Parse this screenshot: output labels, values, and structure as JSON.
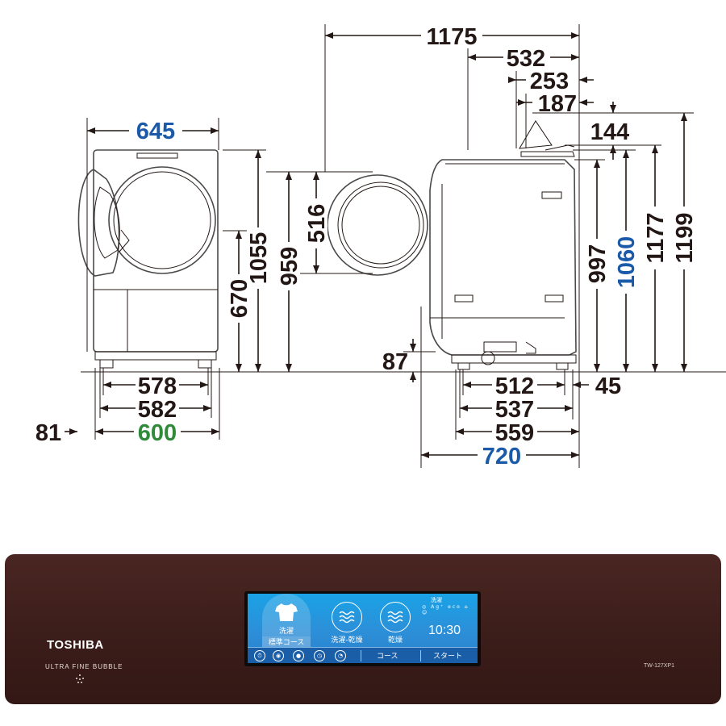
{
  "front_view": {
    "width_top": "645",
    "heights": [
      "670",
      "1055",
      "959"
    ],
    "widths_bottom": [
      "578",
      "582",
      "600"
    ],
    "foot_offset": "81"
  },
  "door_view": {
    "door_diameter": "516"
  },
  "side_view": {
    "depths_top": [
      "1175",
      "532",
      "253",
      "187",
      "144"
    ],
    "heights": [
      "997",
      "1060",
      "1177",
      "1199"
    ],
    "base_height": "87",
    "depths_bottom": [
      "512",
      "537",
      "559",
      "720"
    ],
    "rear_offset": "45"
  },
  "colors": {
    "dimension_text": "#231815",
    "highlight_blue": "#1a5aa8",
    "highlight_green": "#2f8a3a",
    "panel_brown": "#3b1d1a",
    "lcd_blue": "#1f95df"
  },
  "panel": {
    "brand": "TOSHIBA",
    "tagline": "ULTRA FINE BUBBLE",
    "model": "TW-127XP1",
    "screen": {
      "status_title": "洗濯",
      "status_icons": "◎ Ag⁺ eco ⌂ ☺",
      "course1_label": "洗濯",
      "course1_sub": "標準コース",
      "course2_label": "洗濯-乾燥",
      "course3_label": "乾燥",
      "time": "10:30",
      "bottom_course": "コース",
      "bottom_start": "スタート"
    }
  }
}
